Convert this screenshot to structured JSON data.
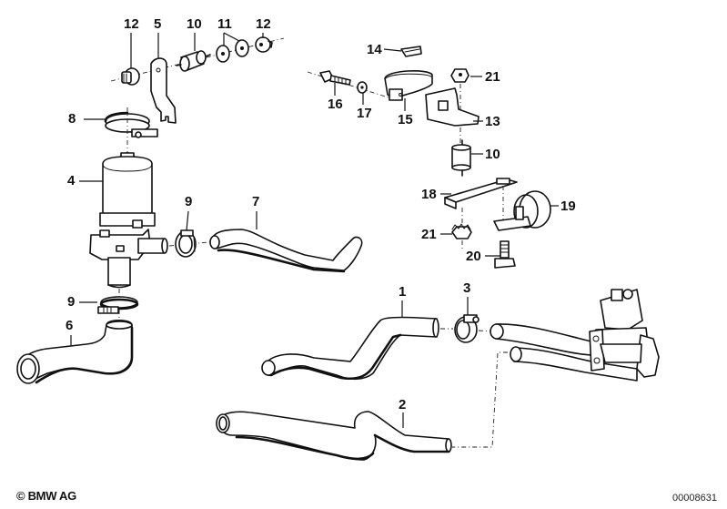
{
  "diagram": {
    "type": "exploded-parts-view",
    "subject": "auxiliary water pump with hoses and mounting hardware",
    "callouts": [
      {
        "id": "c12a",
        "label": "12",
        "part": "nut"
      },
      {
        "id": "c5",
        "label": "5",
        "part": "bracket"
      },
      {
        "id": "c10a",
        "label": "10",
        "part": "rubber mount"
      },
      {
        "id": "c11",
        "label": "11",
        "part": "washers"
      },
      {
        "id": "c12b",
        "label": "12",
        "part": "nut"
      },
      {
        "id": "c8",
        "label": "8",
        "part": "clamp"
      },
      {
        "id": "c4",
        "label": "4",
        "part": "water pump"
      },
      {
        "id": "c9a",
        "label": "9",
        "part": "hose clamp"
      },
      {
        "id": "c7",
        "label": "7",
        "part": "hose"
      },
      {
        "id": "c9b",
        "label": "9",
        "part": "hose clamp"
      },
      {
        "id": "c6",
        "label": "6",
        "part": "hose"
      },
      {
        "id": "c14",
        "label": "14",
        "part": "clip"
      },
      {
        "id": "c21a",
        "label": "21",
        "part": "nut"
      },
      {
        "id": "c16",
        "label": "16",
        "part": "bolt"
      },
      {
        "id": "c17",
        "label": "17",
        "part": "washer"
      },
      {
        "id": "c15",
        "label": "15",
        "part": "strap clamp"
      },
      {
        "id": "c13",
        "label": "13",
        "part": "bracket"
      },
      {
        "id": "c10b",
        "label": "10",
        "part": "rubber mount"
      },
      {
        "id": "c18",
        "label": "18",
        "part": "bracket"
      },
      {
        "id": "c19",
        "label": "19",
        "part": "grommet holder"
      },
      {
        "id": "c21b",
        "label": "21",
        "part": "nut"
      },
      {
        "id": "c20",
        "label": "20",
        "part": "bolt"
      },
      {
        "id": "c1",
        "label": "1",
        "part": "hose"
      },
      {
        "id": "c3",
        "label": "3",
        "part": "hose clamp"
      },
      {
        "id": "c2",
        "label": "2",
        "part": "hose"
      }
    ]
  },
  "footer": {
    "copyright": "© BMW AG",
    "diagram_number": "00008631"
  }
}
